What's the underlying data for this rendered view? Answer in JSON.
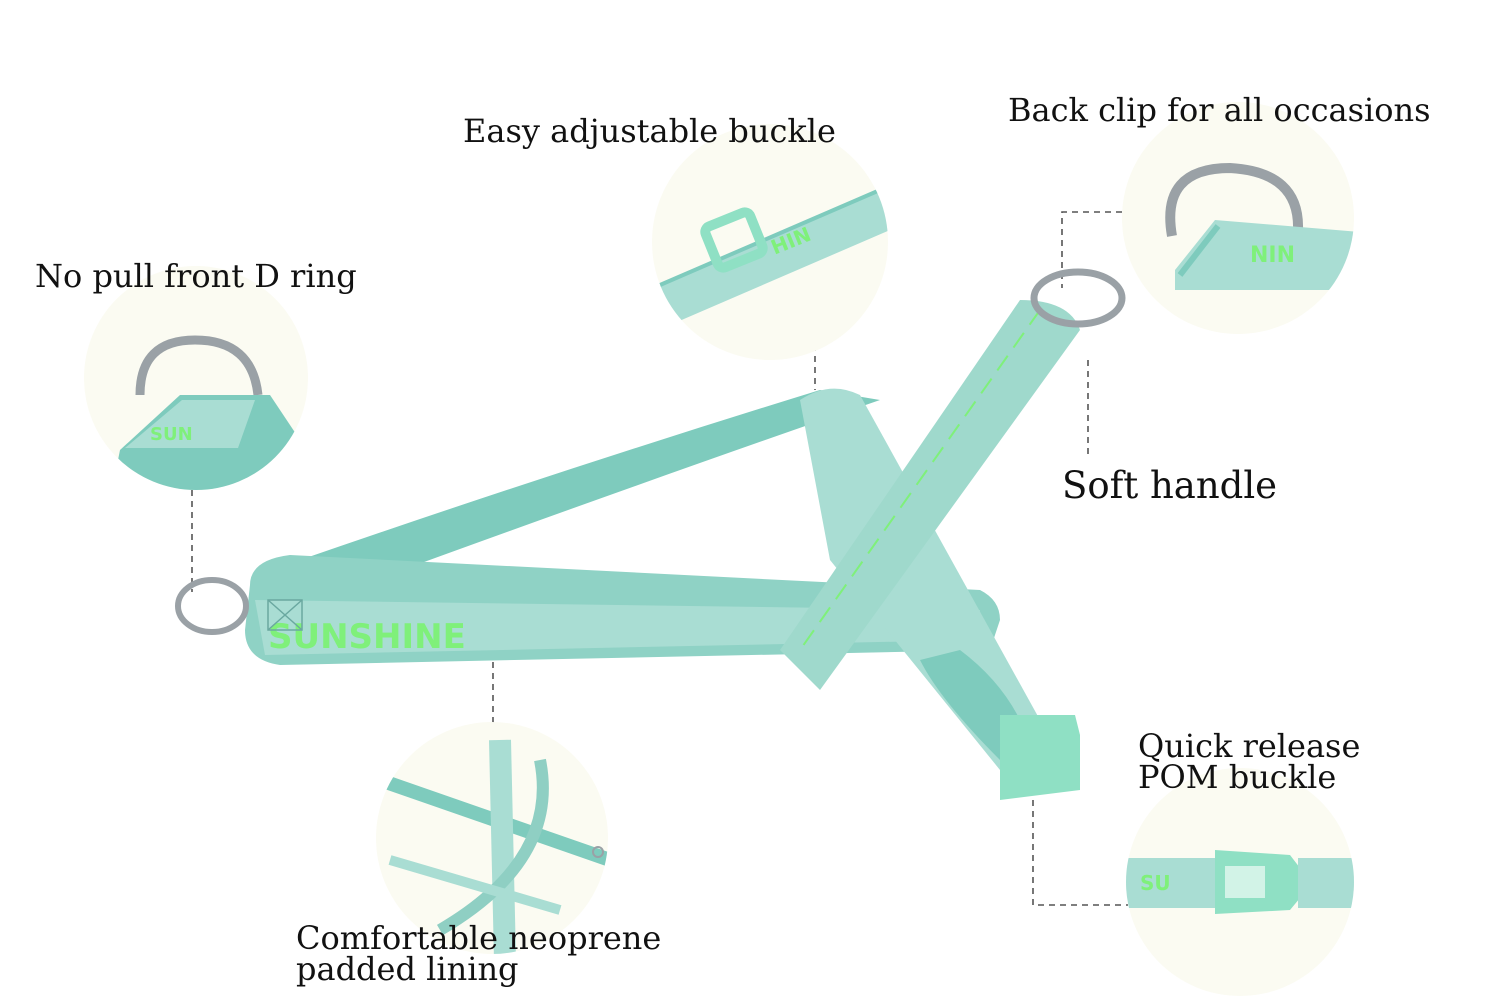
{
  "labels": {
    "back_clip": "Back clip for all occasions",
    "adjustable_buckle": "Easy adjustable buckle",
    "front_d_ring": "No pull front D ring",
    "soft_handle": "Soft handle",
    "quick_release_line1": "Quick release",
    "quick_release_line2": "POM buckle",
    "neoprene_line1": "Comfortable neoprene",
    "neoprene_line2": "padded lining"
  },
  "strap_text": "SUNSHINE",
  "colors": {
    "strap": "#a9ddd3",
    "strap_dark": "#7ecbbd",
    "lettering": "#7ff07a",
    "buckle": "#8fe0c4",
    "ring": "#9aa1a6",
    "circle_bg": "#fbfbf2",
    "leader": "#555555"
  }
}
